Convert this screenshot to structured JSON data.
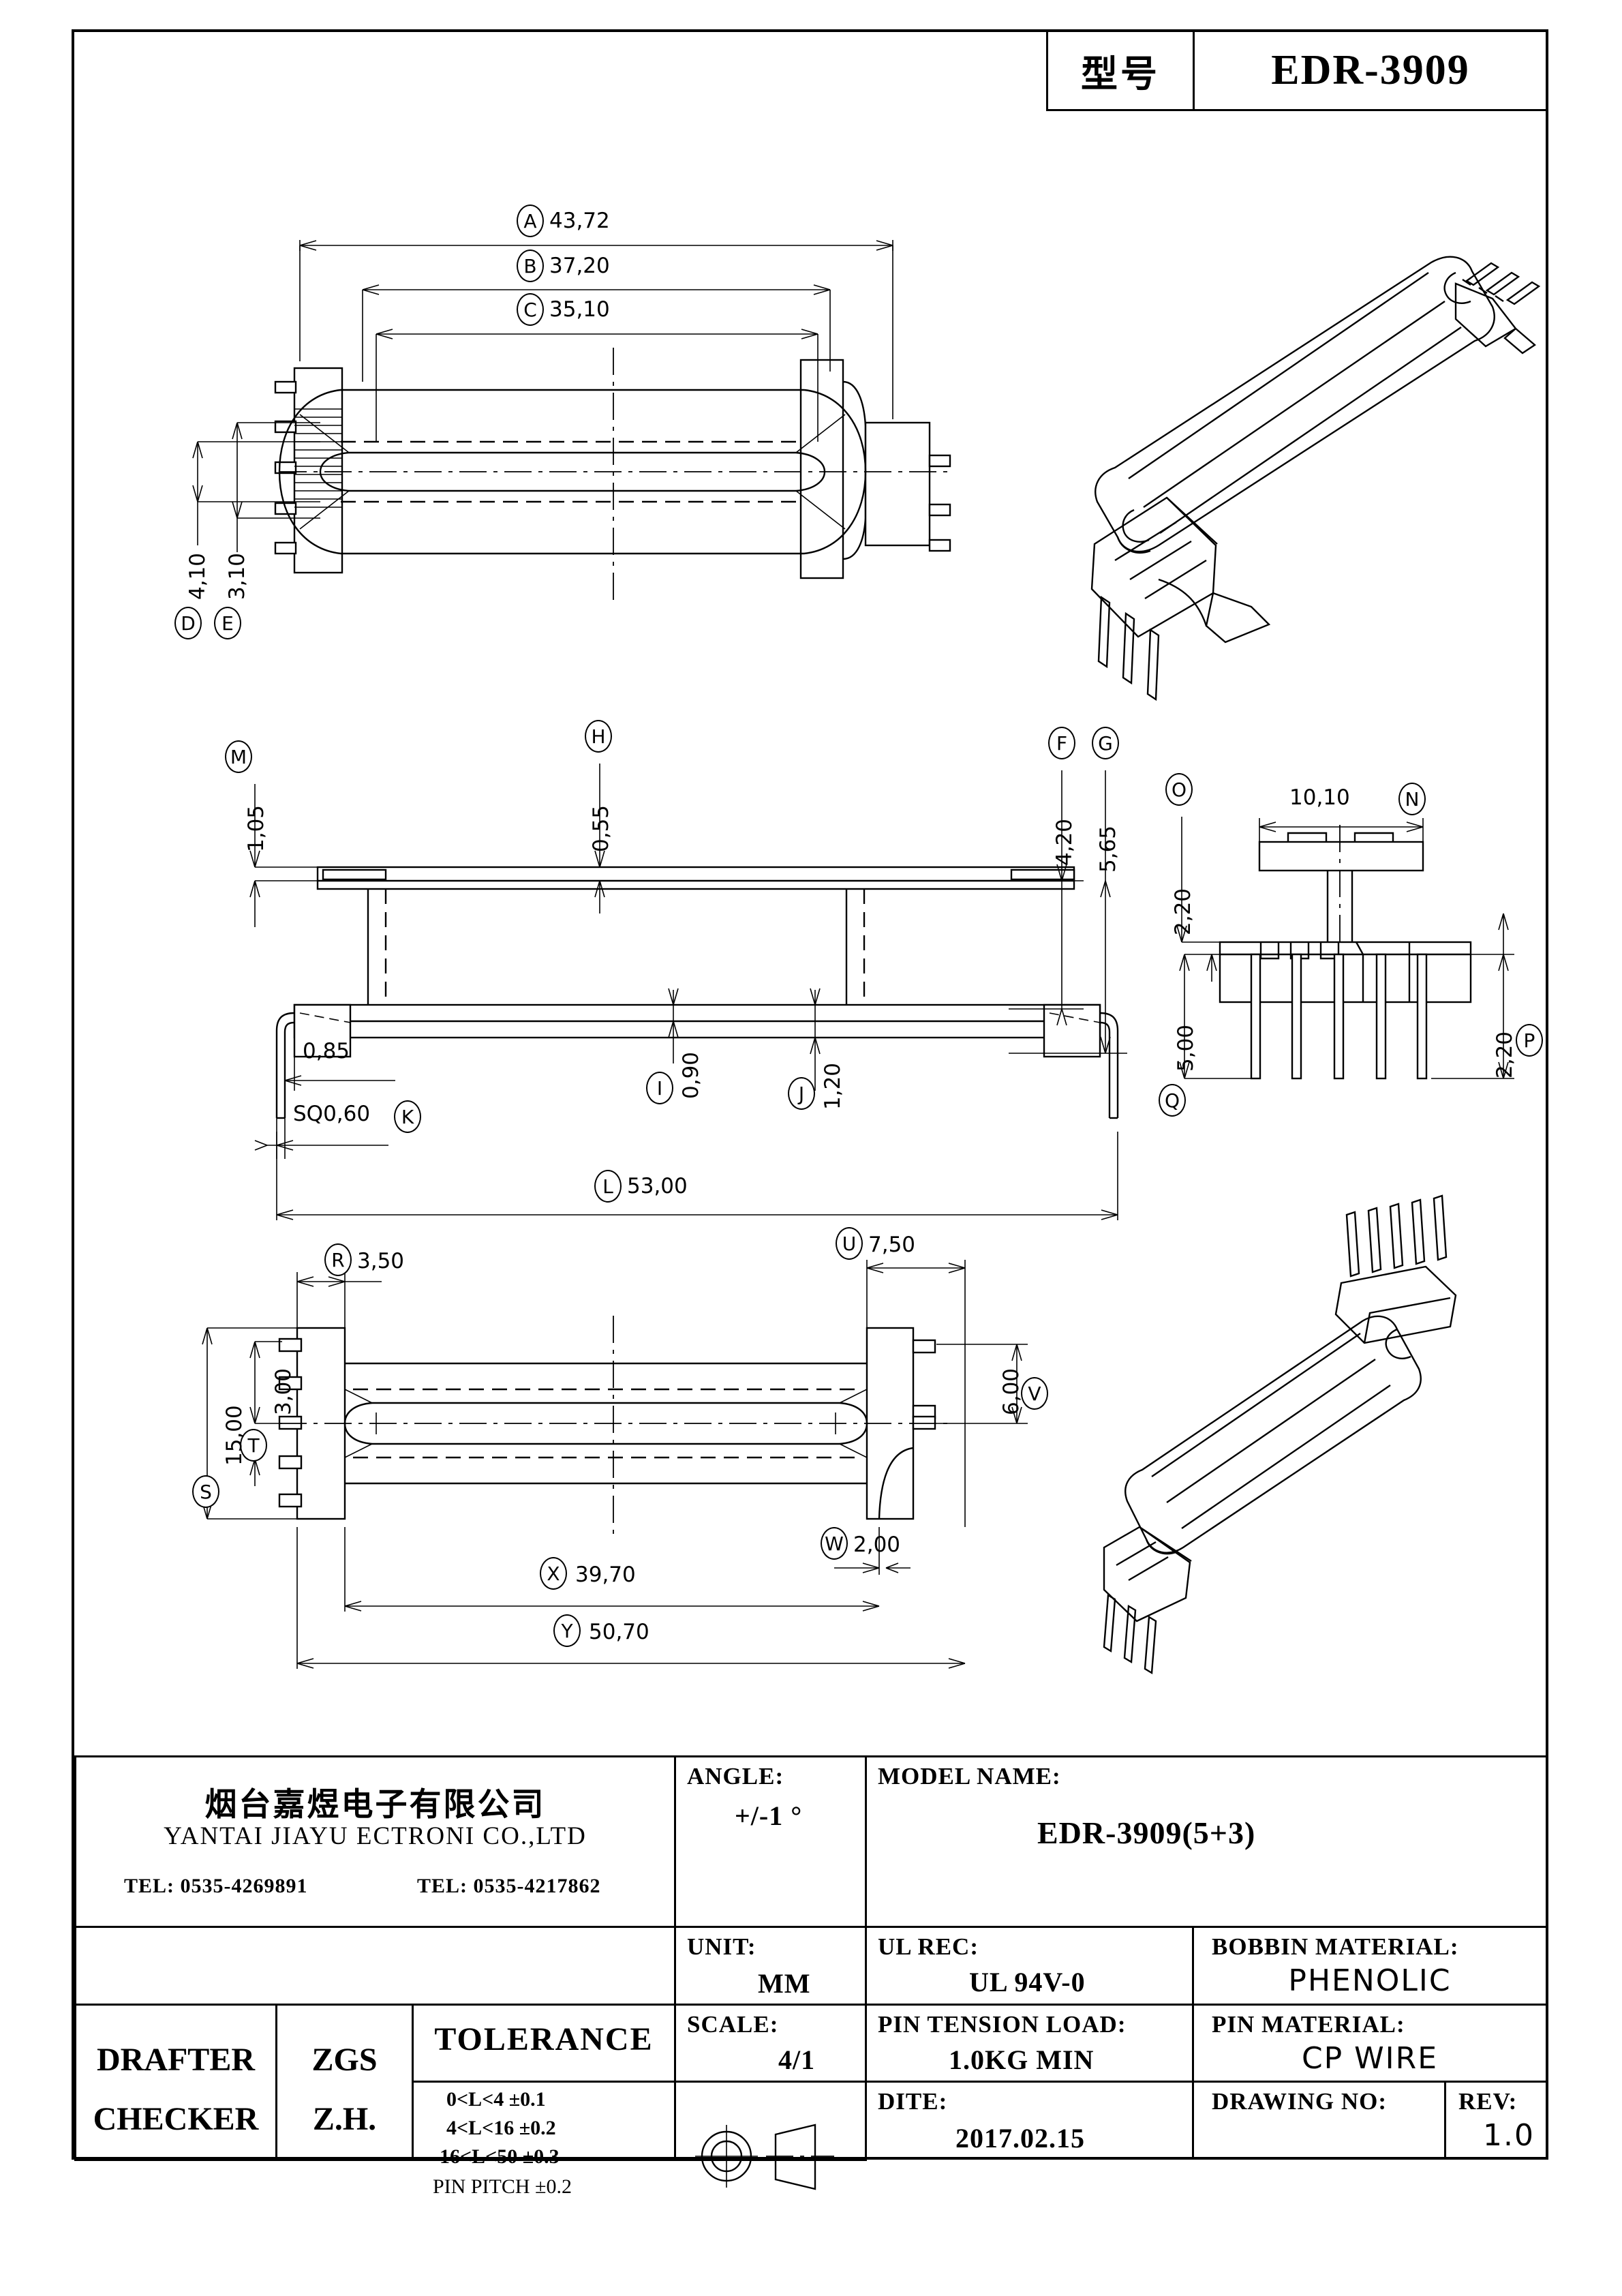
{
  "header": {
    "model_label": "型号",
    "model_value": "EDR-3909"
  },
  "views": {
    "front": {
      "dims": [
        {
          "tag": "A",
          "value": "43,72"
        },
        {
          "tag": "B",
          "value": "37,20"
        },
        {
          "tag": "C",
          "value": "35,10"
        },
        {
          "tag": "D",
          "value": "4,10"
        },
        {
          "tag": "E",
          "value": "3,10"
        }
      ]
    },
    "side": {
      "dims": [
        {
          "tag": "M",
          "value": "1,05"
        },
        {
          "tag": "H",
          "value": "0,55"
        },
        {
          "tag": "F",
          "value": "4,20"
        },
        {
          "tag": "G",
          "value": "5,65"
        },
        {
          "tag": "I",
          "value": "0,90"
        },
        {
          "tag": "J",
          "value": "1,20"
        },
        {
          "tag": "K",
          "value": "SQ0,60"
        },
        {
          "tag": "L",
          "value": "53,00"
        },
        {
          "tag": "",
          "value": "0,85"
        }
      ]
    },
    "end": {
      "dims": [
        {
          "tag": "O",
          "value": "2,20"
        },
        {
          "tag": "N",
          "value": "10,10"
        },
        {
          "tag": "Q",
          "value": "5,00"
        },
        {
          "tag": "P",
          "value": "2,20"
        }
      ]
    },
    "top": {
      "dims": [
        {
          "tag": "R",
          "value": "3,50"
        },
        {
          "tag": "U",
          "value": "7,50"
        },
        {
          "tag": "T",
          "value": "3,00"
        },
        {
          "tag": "S",
          "value": "15,00"
        },
        {
          "tag": "V",
          "value": "6,00"
        },
        {
          "tag": "W",
          "value": "2,00"
        },
        {
          "tag": "X",
          "value": "39,70"
        },
        {
          "tag": "Y",
          "value": "50,70"
        }
      ]
    }
  },
  "title_block": {
    "company_cn": "烟台嘉煜电子有限公司",
    "company_en": "YANTAI JIAYU ECTRONI CO.,LTD",
    "tel1": "TEL: 0535-4269891",
    "tel2": "TEL: 0535-4217862",
    "drafter_label": "DRAFTER",
    "drafter_value": "ZGS",
    "checker_label": "CHECKER",
    "checker_value": "Z.H.",
    "tolerance_header": "TOLERANCE",
    "tolerance_rows": [
      "0<L<4    ±0.1",
      "4<L<16   ±0.2",
      "16<L<50  ±0.3",
      "PIN PITCH  ±0.2"
    ],
    "angle_label": "ANGLE:",
    "angle_value": "+/-1 °",
    "unit_label": "UNIT:",
    "unit_value": "MM",
    "scale_label": "SCALE:",
    "scale_value": "4/1",
    "model_name_label": "MODEL NAME:",
    "model_name_value": "EDR-3909(5+3)",
    "ul_rec_label": "UL REC:",
    "ul_rec_value": "UL 94V-0",
    "pin_tension_label": "PIN TENSION LOAD:",
    "pin_tension_value": "1.0KG MIN",
    "date_label": "DITE:",
    "date_value": "2017.02.15",
    "bobbin_material_label": "BOBBIN MATERIAL:",
    "bobbin_material_value": "PHENOLIC",
    "pin_material_label": "PIN MATERIAL:",
    "pin_material_value": "CP WIRE",
    "drawing_no_label": "DRAWING NO:",
    "drawing_no_value": "",
    "rev_label": "REV:",
    "rev_value": "1.0"
  }
}
